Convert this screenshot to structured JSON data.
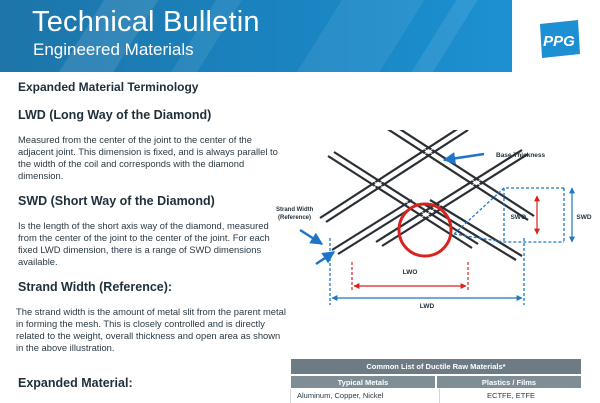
{
  "banner": {
    "title": "Technical Bulletin",
    "subtitle": "Engineered Materials",
    "logo_text": "PPG",
    "colors": {
      "banner": "#1a86c4",
      "logo": "#1d8fd3",
      "accent_red": "#d8231f"
    }
  },
  "content": {
    "section_title": "Expanded Material Terminology",
    "lwd": {
      "heading": "LWD (Long Way of the Diamond)",
      "body": "Measured from the center of the joint to the center of the adjacent joint. This dimension is fixed, and is always parallel to the width of the coil and corresponds with the diamond dimension."
    },
    "swd": {
      "heading": "SWD (Short Way of the Diamond)",
      "body": "Is the length of the short axis way of the diamond, measured from the center of the joint to the center of the joint. For each fixed LWD dimension, there is a range of SWD dimensions available."
    },
    "strand": {
      "heading": "Strand Width (Reference):",
      "body": "The strand width is the amount of metal slit from the parent metal in forming the mesh. This is closely controlled and is directly related to the weight, overall thickness and open area as shown in the above illustration."
    },
    "expanded_heading": "Expanded Material:"
  },
  "diagram": {
    "base_thickness": "Base Thickness",
    "strand_width_1": "Strand Width",
    "strand_width_2": "(Reference)",
    "swo": "SWO",
    "swd": "SWD",
    "lwo": "LWO",
    "lwd": "LWD"
  },
  "table": {
    "title": "Common List of Ductile Raw Materials*",
    "col_metals": "Typical Metals",
    "col_plastics": "Plastics / Films",
    "row1_metals": "Aluminum, Copper, Nickel",
    "row1_plastics": "ECTFE, ETFE"
  }
}
